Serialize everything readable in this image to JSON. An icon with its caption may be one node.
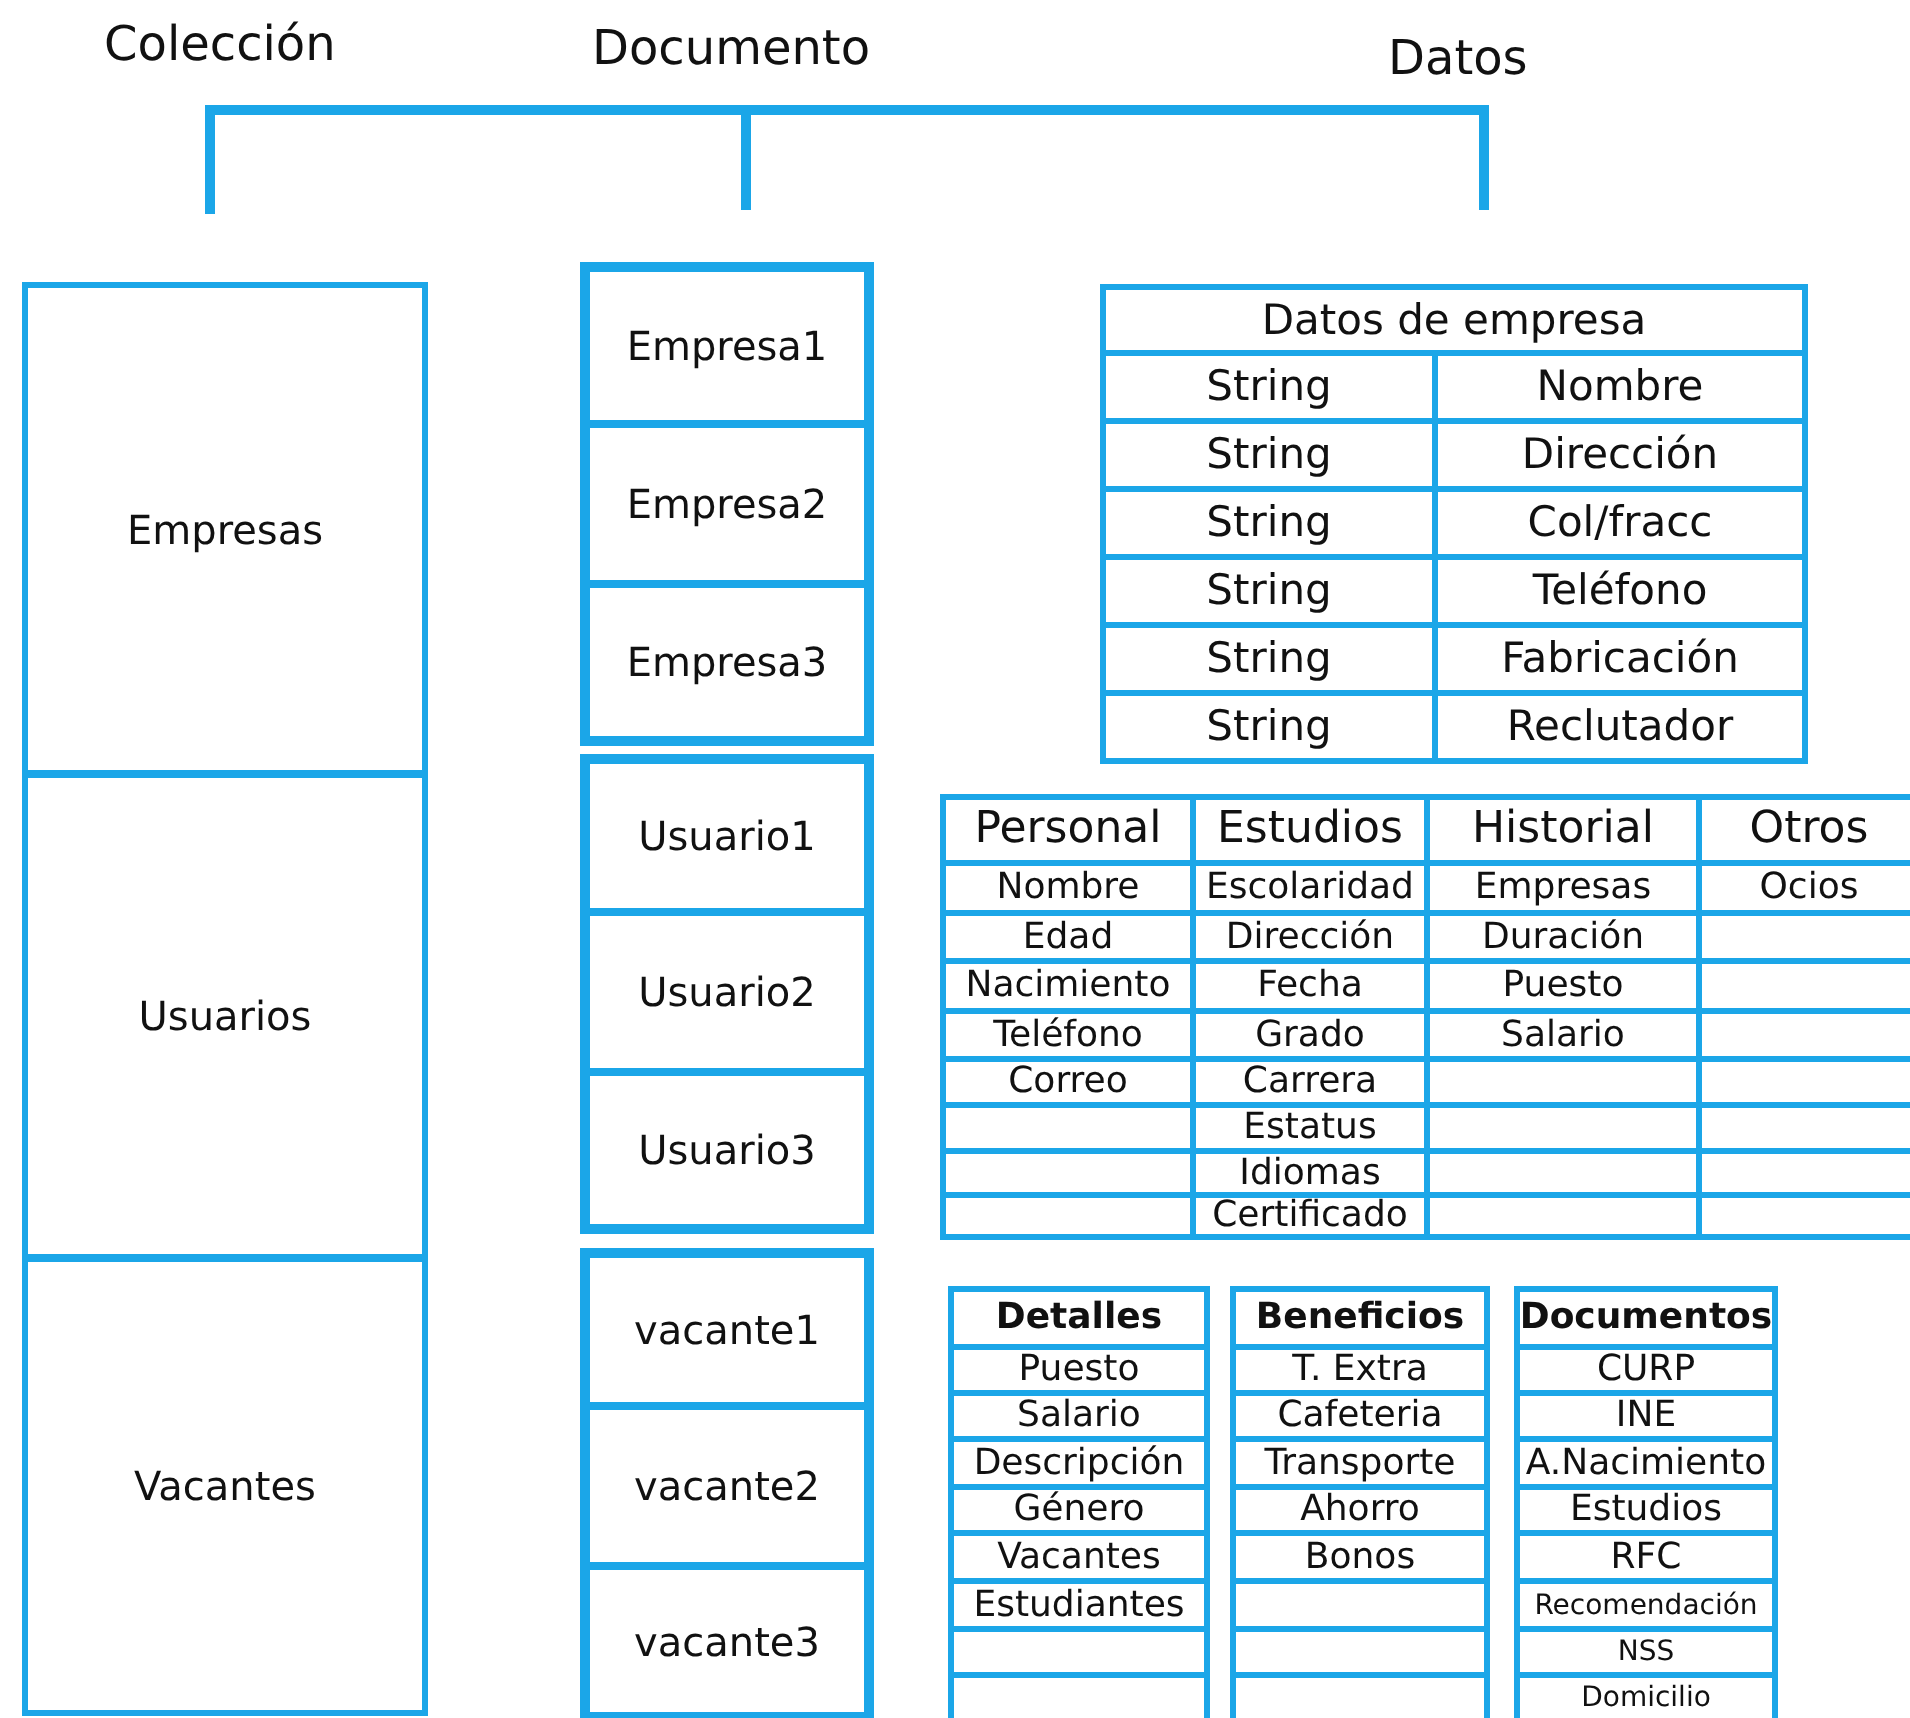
{
  "diagram": {
    "nodes": [
      {
        "text": [
          "Empresas"
        ]
      },
      {
        "text": [
          "Usuarios"
        ]
      },
      {
        "text": [
          "Vacantes"
        ]
      },
      {
        "text": [
          "Empresa1"
        ]
      },
      {
        "text": [
          "Empresa2"
        ]
      },
      {
        "text": [
          "Empresa3"
        ]
      },
      {
        "text": [
          "Usuario1"
        ]
      },
      {
        "text": [
          "Usuario2"
        ]
      },
      {
        "text": [
          "Usuario3"
        ]
      },
      {
        "text": [
          "vacante1"
        ]
      },
      {
        "text": [
          "vacante2"
        ]
      },
      {
        "text": [
          "vacante3"
        ]
      }
    ],
    "edges": [],
    "labels": [
      "Colección",
      "Documento",
      "Datos",
      "Datos de empresa",
      "String",
      "Nombre",
      "String",
      "Dirección",
      "String",
      "Col/fracc",
      "String",
      "Teléfono",
      "String",
      "Fabricación",
      "String",
      "Reclutador",
      "Personal",
      "Estudios",
      "Historial",
      "Otros",
      "Nombre",
      "Escolaridad",
      "Empresas",
      "Ocios",
      "Edad",
      "Dirección",
      "Duración",
      "Nacimiento",
      "Fecha",
      "Puesto",
      "Teléfono",
      "Grado",
      "Salario",
      "Correo",
      "Carrera",
      "Estatus",
      "Idiomas",
      "Certificado",
      "Detalles",
      "Beneficios",
      "Documentos",
      "Puesto",
      "T. Extra",
      "CURP",
      "Salario",
      "Cafeteria",
      "INE",
      "Descripción",
      "Transporte",
      "A.Nacimiento",
      "Género",
      "Ahorro",
      "Estudios",
      "Vacantes",
      "Bonos",
      "RFC",
      "Estudiantes",
      "Recomendación",
      "NSS",
      "Domicilio"
    ]
  }
}
